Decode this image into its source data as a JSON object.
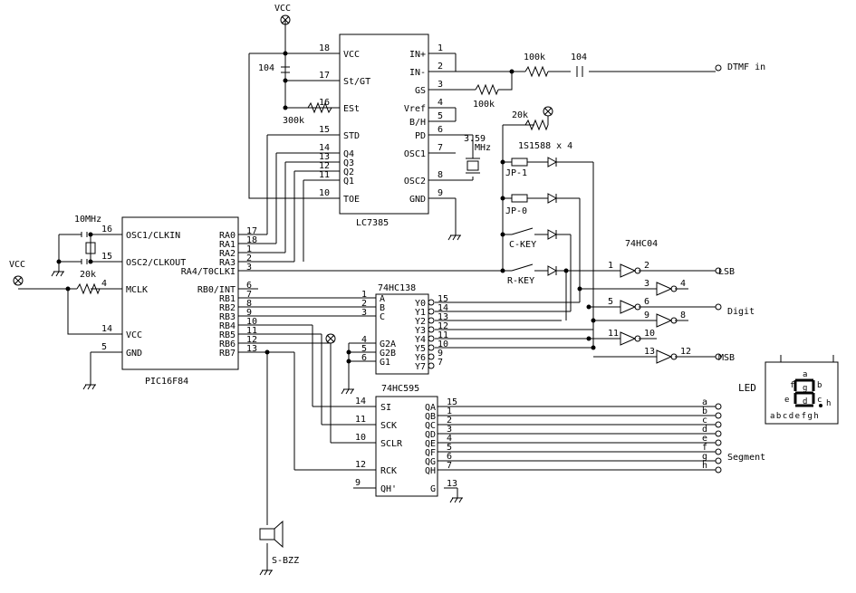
{
  "power": {
    "vcc": "VCC"
  },
  "lc7385": {
    "name": "LC7385",
    "left_pins": [
      {
        "num": "18",
        "label": "VCC"
      },
      {
        "num": "17",
        "label": "St/GT"
      },
      {
        "num": "16",
        "label": "ESt"
      },
      {
        "num": "15",
        "label": "STD"
      },
      {
        "num": "14",
        "label": "Q4"
      },
      {
        "num": "13",
        "label": "Q3"
      },
      {
        "num": "12",
        "label": "Q2"
      },
      {
        "num": "11",
        "label": "Q1"
      },
      {
        "num": "10",
        "label": "TOE"
      }
    ],
    "right_pins": [
      {
        "num": "1",
        "label": "IN+"
      },
      {
        "num": "2",
        "label": "IN-"
      },
      {
        "num": "3",
        "label": "GS"
      },
      {
        "num": "4",
        "label": "Vref"
      },
      {
        "num": "5",
        "label": "B/H"
      },
      {
        "num": "6",
        "label": "PD"
      },
      {
        "num": "7",
        "label": "OSC1"
      },
      {
        "num": "8",
        "label": "OSC2"
      },
      {
        "num": "9",
        "label": "GND"
      }
    ]
  },
  "pic": {
    "name": "PIC16F84",
    "left_pins": [
      {
        "num": "16",
        "label": "OSC1/CLKIN"
      },
      {
        "num": "15",
        "label": "OSC2/CLKOUT"
      },
      {
        "num": "4",
        "label": "MCLK"
      },
      {
        "num": "14",
        "label": "VCC"
      },
      {
        "num": "5",
        "label": "GND"
      }
    ],
    "right_pins": [
      {
        "num": "17",
        "label": "RA0"
      },
      {
        "num": "18",
        "label": "RA1"
      },
      {
        "num": "1",
        "label": "RA2"
      },
      {
        "num": "2",
        "label": "RA3"
      },
      {
        "num": "3",
        "label": "RA4/T0CLKI"
      },
      {
        "num": "6",
        "label": "RB0/INT"
      },
      {
        "num": "7",
        "label": "RB1"
      },
      {
        "num": "8",
        "label": "RB2"
      },
      {
        "num": "9",
        "label": "RB3"
      },
      {
        "num": "10",
        "label": "RB4"
      },
      {
        "num": "11",
        "label": "RB5"
      },
      {
        "num": "12",
        "label": "RB6"
      },
      {
        "num": "13",
        "label": "RB7"
      }
    ]
  },
  "hc138": {
    "name": "74HC138",
    "left_pins": [
      {
        "num": "1",
        "label": "A"
      },
      {
        "num": "2",
        "label": "B"
      },
      {
        "num": "3",
        "label": "C"
      },
      {
        "num": "4",
        "label": "G2A"
      },
      {
        "num": "5",
        "label": "G2B"
      },
      {
        "num": "6",
        "label": "G1"
      }
    ],
    "right_pins": [
      {
        "num": "15",
        "label": "Y0"
      },
      {
        "num": "14",
        "label": "Y1"
      },
      {
        "num": "13",
        "label": "Y2"
      },
      {
        "num": "12",
        "label": "Y3"
      },
      {
        "num": "11",
        "label": "Y4"
      },
      {
        "num": "10",
        "label": "Y5"
      },
      {
        "num": "9",
        "label": "Y6"
      },
      {
        "num": "7",
        "label": "Y7"
      }
    ]
  },
  "hc595": {
    "name": "74HC595",
    "left_pins": [
      {
        "num": "14",
        "label": "SI"
      },
      {
        "num": "11",
        "label": "SCK"
      },
      {
        "num": "10",
        "label": "SCLR"
      },
      {
        "num": "12",
        "label": "RCK"
      },
      {
        "num": "9",
        "label": "QH'"
      }
    ],
    "right_pins": [
      {
        "num": "15",
        "label": "QA"
      },
      {
        "num": "1",
        "label": "QB"
      },
      {
        "num": "2",
        "label": "QC"
      },
      {
        "num": "3",
        "label": "QD"
      },
      {
        "num": "4",
        "label": "QE"
      },
      {
        "num": "5",
        "label": "QF"
      },
      {
        "num": "6",
        "label": "QG"
      },
      {
        "num": "7",
        "label": "QH"
      },
      {
        "num": "13",
        "label": "G"
      }
    ],
    "segments": [
      "a",
      "b",
      "c",
      "d",
      "e",
      "f",
      "g",
      "h"
    ],
    "segment_label": "Segment"
  },
  "hc04": {
    "name": "74HC04",
    "inverters": [
      {
        "in": "1",
        "out": "2"
      },
      {
        "in": "3",
        "out": "4"
      },
      {
        "in": "5",
        "out": "6"
      },
      {
        "in": "9",
        "out": "8"
      },
      {
        "in": "11",
        "out": "10"
      },
      {
        "in": "13",
        "out": "12"
      }
    ],
    "outputs": [
      "LSB",
      "Digit",
      "MSB"
    ]
  },
  "components": {
    "cap_104_a": "104",
    "cap_104_b": "104",
    "res_300k": "300k",
    "res_100k_a": "100k",
    "res_100k_b": "100k",
    "res_20k_a": "20k",
    "res_20k_b": "20k",
    "xtal_10mhz": "10MHz",
    "xtal_359_a": "3.59",
    "xtal_359_b": "MHz",
    "dtmf": "DTMF in",
    "diodes": "1S1588 x 4",
    "jp1": "JP-1",
    "jp0": "JP-0",
    "ckey": "C-KEY",
    "rkey": "R-KEY",
    "buzzer": "S-BZZ"
  },
  "led": {
    "label": "LED",
    "segments": [
      "a",
      "b",
      "c",
      "d",
      "e",
      "f",
      "g",
      "h"
    ],
    "pins": "abcdefgh"
  }
}
